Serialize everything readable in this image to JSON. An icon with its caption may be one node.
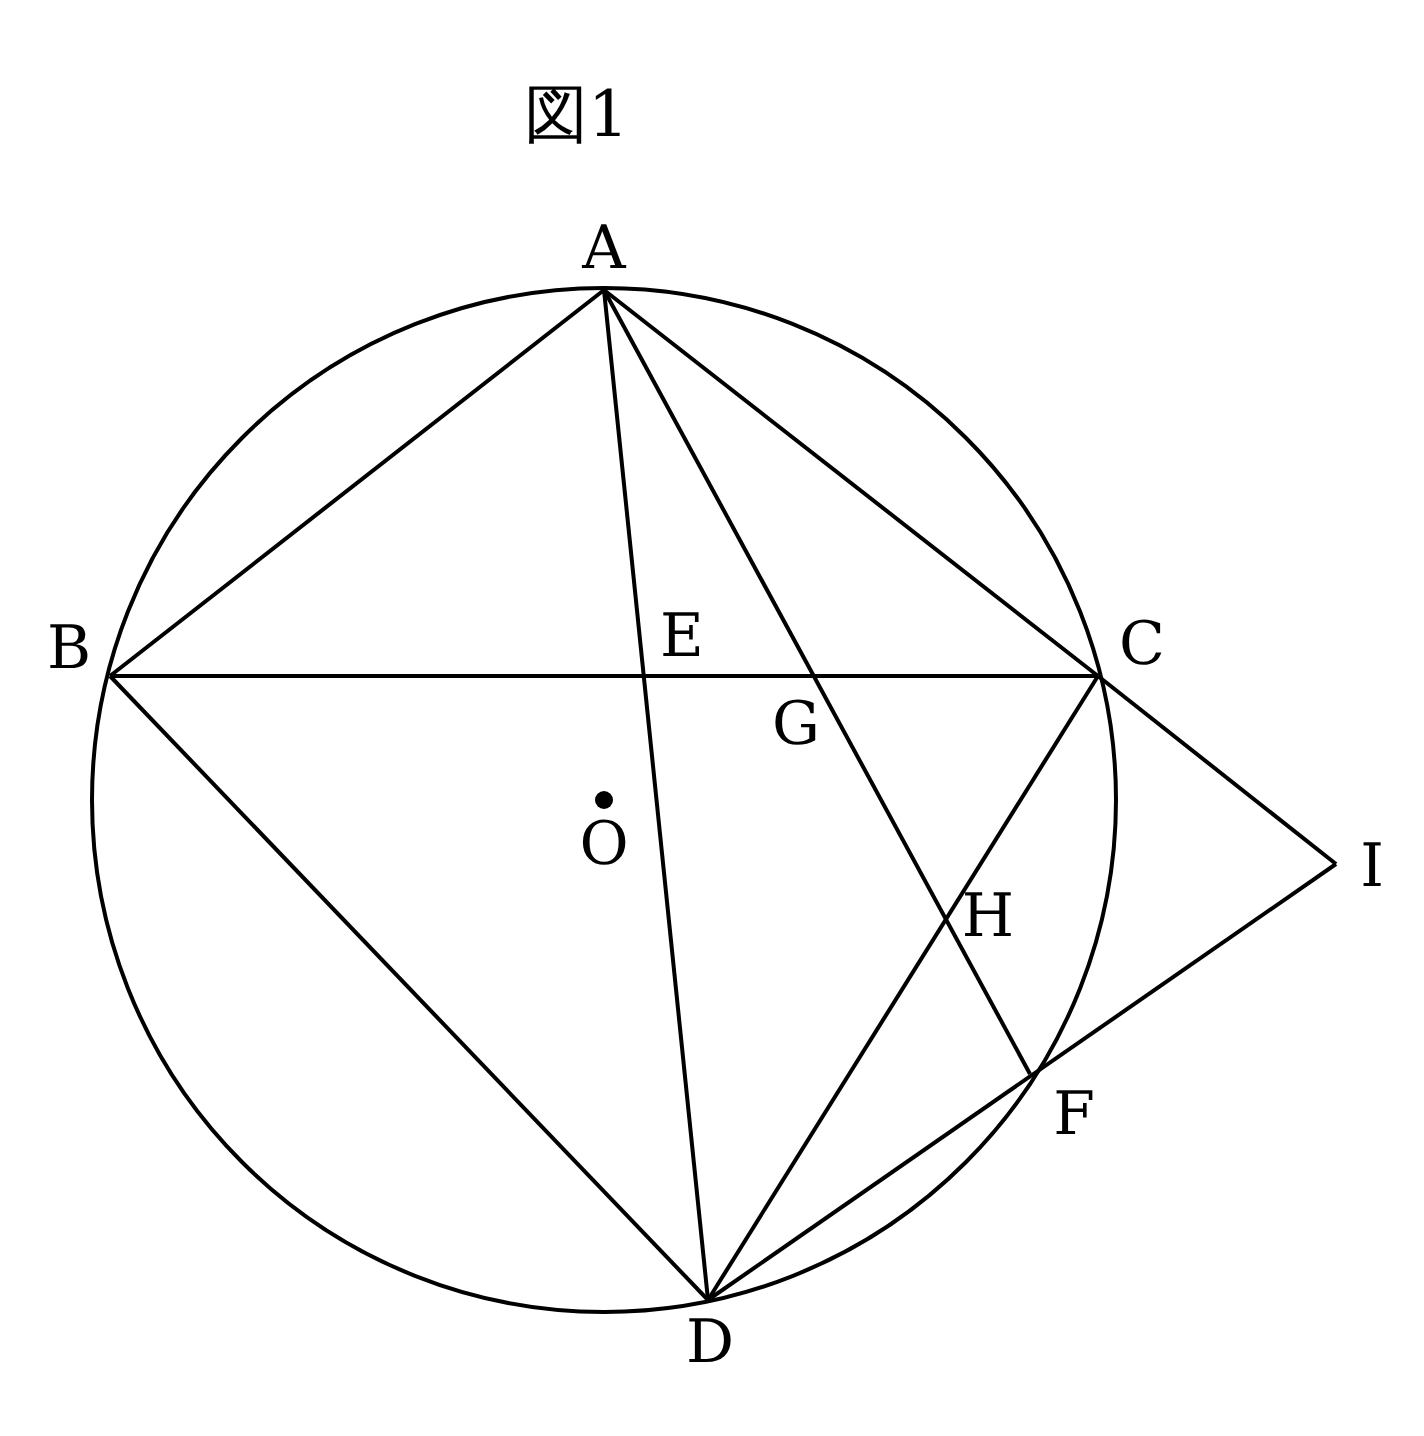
{
  "diagram": {
    "title": "図1",
    "nodes": [
      {
        "text": [
          "A"
        ]
      },
      {
        "text": [
          "B"
        ]
      },
      {
        "text": [
          "C"
        ]
      },
      {
        "text": [
          "D"
        ]
      },
      {
        "text": [
          "E"
        ]
      },
      {
        "text": [
          "F"
        ]
      },
      {
        "text": [
          "G"
        ]
      },
      {
        "text": [
          "H"
        ]
      },
      {
        "text": [
          "I"
        ]
      },
      {
        "text": [
          "O"
        ]
      }
    ],
    "edges": [
      {
        "from": 0,
        "to": 1,
        "arrow": "none"
      },
      {
        "from": 0,
        "to": 2,
        "arrow": "none"
      },
      {
        "from": 1,
        "to": 2,
        "arrow": "none"
      },
      {
        "from": 0,
        "to": 3,
        "arrow": "none"
      },
      {
        "from": 0,
        "to": 5,
        "arrow": "none"
      },
      {
        "from": 1,
        "to": 3,
        "arrow": "none"
      },
      {
        "from": 2,
        "to": 3,
        "arrow": "none"
      },
      {
        "from": 2,
        "to": 8,
        "arrow": "none"
      },
      {
        "from": 3,
        "to": 8,
        "arrow": "none"
      }
    ]
  }
}
